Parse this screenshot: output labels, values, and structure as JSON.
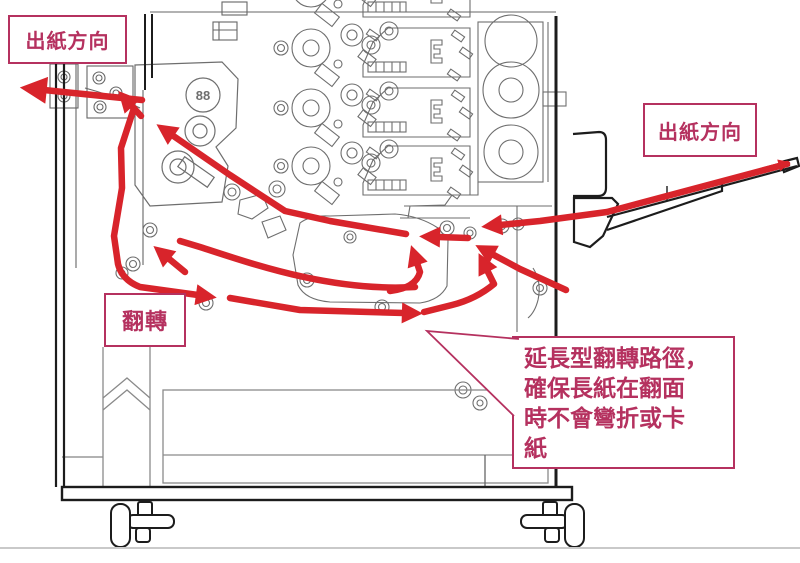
{
  "labels": {
    "exit_top_left": "出紙方向",
    "exit_right": "出紙方向",
    "flip": "翻轉",
    "callout": "延長型翻轉路徑，\n確保長紙在翻面\n時不會彎折或卡\n紙"
  },
  "diagram": {
    "fuser_text": "88",
    "description_colors": {
      "accent_crimson": "#b5315f",
      "path_red": "#d8242b",
      "line_gray": "#666666",
      "line_dark": "#1c1c1c"
    }
  }
}
